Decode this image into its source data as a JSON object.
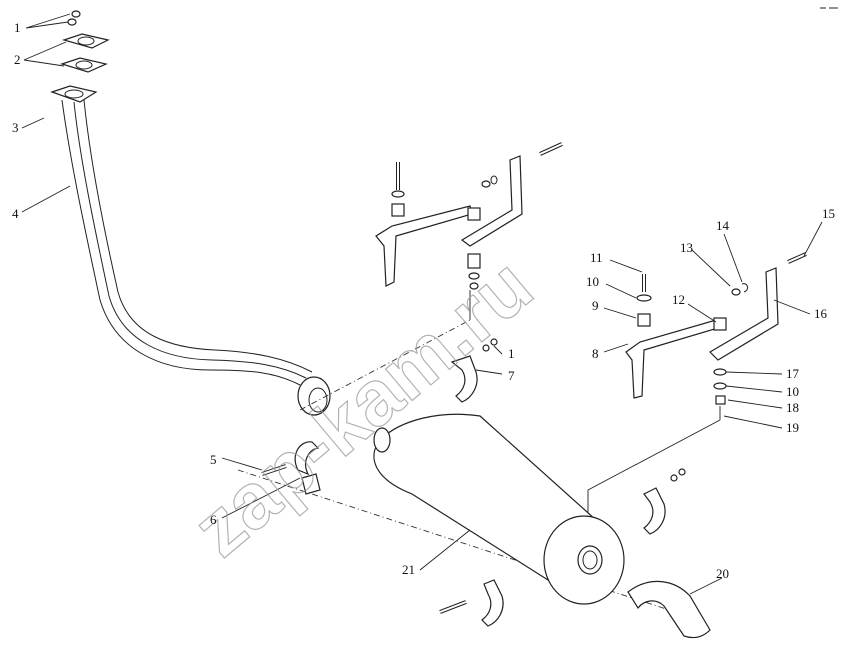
{
  "labels": {
    "l1a": "1",
    "l2": "2",
    "l3": "3",
    "l4": "4",
    "l5": "5",
    "l6": "6",
    "l7": "7",
    "l1b": "1",
    "l8": "8",
    "l9": "9",
    "l10a": "10",
    "l11": "11",
    "l12": "12",
    "l13": "13",
    "l14": "14",
    "l15": "15",
    "l16": "16",
    "l17": "17",
    "l10b": "10",
    "l18": "18",
    "l19": "19",
    "l20": "20",
    "l21": "21"
  },
  "watermark": "zap-kam.ru"
}
